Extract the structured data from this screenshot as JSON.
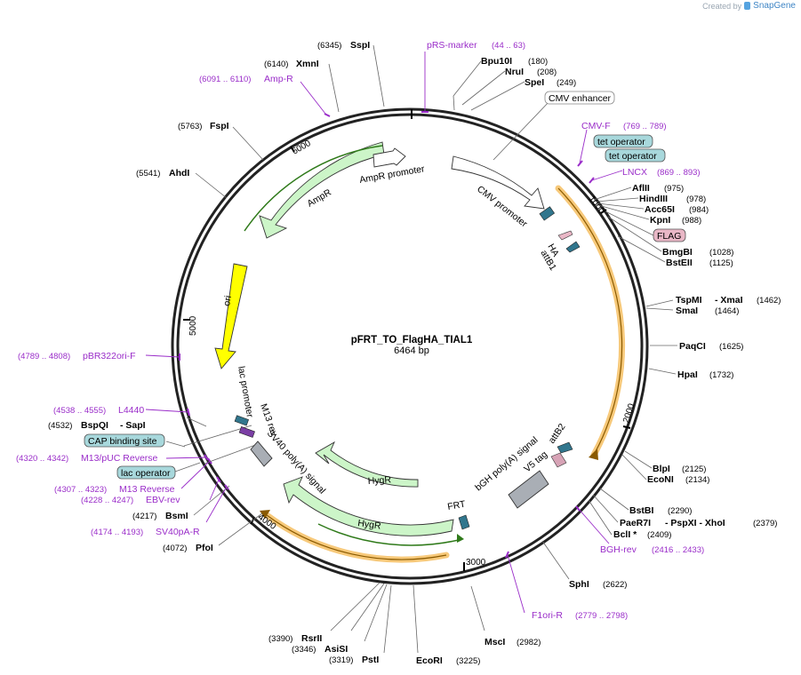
{
  "credit": {
    "prefix": "Created by",
    "brand": "SnapGene"
  },
  "plasmid": {
    "name": "pFRT_TO_FlagHA_TIAL1",
    "length": "6464 bp"
  },
  "ticks": [
    "1000",
    "2000",
    "3000",
    "4000",
    "5000",
    "6000"
  ],
  "enzymes": [
    {
      "name": "SspI",
      "pos": "(6345)"
    },
    {
      "name": "XmnI",
      "pos": "(6140)"
    },
    {
      "name": "FspI",
      "pos": "(5763)"
    },
    {
      "name": "AhdI",
      "pos": "(5541)"
    },
    {
      "name": "Bpu10I",
      "pos": "(180)"
    },
    {
      "name": "NruI",
      "pos": "(208)"
    },
    {
      "name": "SpeI",
      "pos": "(249)"
    },
    {
      "name": "AflII",
      "pos": "(975)"
    },
    {
      "name": "HindIII",
      "pos": "(978)"
    },
    {
      "name": "Acc65I",
      "pos": "(984)"
    },
    {
      "name": "KpnI",
      "pos": "(988)"
    },
    {
      "name": "BmgBI",
      "pos": "(1028)"
    },
    {
      "name": "BstEII",
      "pos": "(1125)"
    },
    {
      "name": "TspMI",
      "sep": "- XmaI",
      "pos": "(1462)"
    },
    {
      "name": "SmaI",
      "pos": "(1464)"
    },
    {
      "name": "PaqCI",
      "pos": "(1625)"
    },
    {
      "name": "HpaI",
      "pos": "(1732)"
    },
    {
      "name": "BlpI",
      "pos": "(2125)"
    },
    {
      "name": "EcoNI",
      "pos": "(2134)"
    },
    {
      "name": "BstBI",
      "pos": "(2290)"
    },
    {
      "name": "PaeR7I",
      "sep": "- PspXI   - XhoI",
      "pos": "(2379)"
    },
    {
      "name": "BclI *",
      "pos": "(2409)"
    },
    {
      "name": "SphI",
      "pos": "(2622)"
    },
    {
      "name": "MscI",
      "pos": "(2982)"
    },
    {
      "name": "EcoRI",
      "pos": "(3225)"
    },
    {
      "name": "PstI",
      "pos": "(3319)"
    },
    {
      "name": "AsiSI",
      "pos": "(3346)"
    },
    {
      "name": "RsrII",
      "pos": "(3390)"
    },
    {
      "name": "PfoI",
      "pos": "(4072)"
    },
    {
      "name": "BsmI",
      "pos": "(4217)"
    },
    {
      "name": "BspQI",
      "sep": "- SapI",
      "pos": "(4532)"
    }
  ],
  "primers": [
    {
      "name": "pRS-marker",
      "range": "(44 .. 63)"
    },
    {
      "name": "Amp-R",
      "range": "(6091 .. 6110)"
    },
    {
      "name": "CMV-F",
      "range": "(769 .. 789)"
    },
    {
      "name": "LNCX",
      "range": "(869 .. 893)"
    },
    {
      "name": "BGH-rev",
      "range": "(2416 .. 2433)"
    },
    {
      "name": "F1ori-R",
      "range": "(2779 .. 2798)"
    },
    {
      "name": "pBR322ori-F",
      "range": "(4789 .. 4808)"
    },
    {
      "name": "L4440",
      "range": "(4538 .. 4555)"
    },
    {
      "name": "M13/pUC Reverse",
      "range": "(4320 .. 4342)"
    },
    {
      "name": "M13 Reverse",
      "range": "(4307 .. 4323)"
    },
    {
      "name": "EBV-rev",
      "range": "(4228 .. 4247)"
    },
    {
      "name": "SV40pA-R",
      "range": "(4174 .. 4193)"
    }
  ],
  "boxed_labels": [
    {
      "name": "CMV enhancer",
      "fill": "#ffffff"
    },
    {
      "name": "tet operator",
      "fill": "#a8d8dc"
    },
    {
      "name": "tet operator",
      "fill": "#a8d8dc"
    },
    {
      "name": "FLAG",
      "fill": "#e9b7c6"
    },
    {
      "name": "CAP binding site",
      "fill": "#a8d8dc"
    },
    {
      "name": "lac operator",
      "fill": "#a8d8dc"
    }
  ],
  "features": {
    "ampr_promoter": "AmpR promoter",
    "ampr": "AmpR",
    "cmv_promoter": "CMV promoter",
    "ha": "HA",
    "attb1": "attB1",
    "ori": "ori",
    "lac_promoter": "lac promoter",
    "m13_rev": "M13 rev",
    "sv40_polya": "SV40 poly(A) signal",
    "hygr_1": "HygR",
    "hygr_2": "HygR",
    "frt": "FRT",
    "bgh_polya": "bGH poly(A) signal",
    "v5_tag": "V5 tag",
    "attb2": "attB2"
  },
  "colors": {
    "backbone": "#222222",
    "primer": "#9a2dc9",
    "hygr": "#ccf5c8",
    "ori": "#ffff00",
    "orf_highlight": "#f7c97a",
    "terminator": "#a9aeb5",
    "operator": "#31768d"
  }
}
